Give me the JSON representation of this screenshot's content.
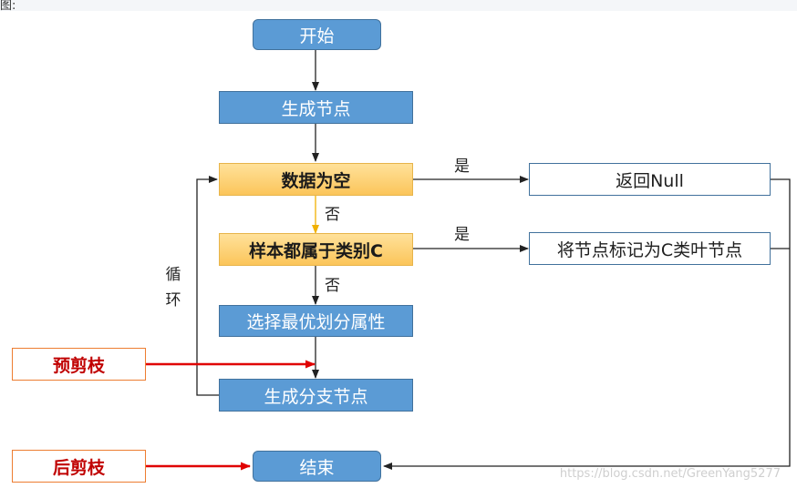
{
  "page": {
    "top_text": "图:"
  },
  "nodes": {
    "start": "开始",
    "gen_node": "生成节点",
    "data_empty": "数据为空",
    "return_null": "返回Null",
    "same_class": "样本都属于类别C",
    "mark_leaf": "将节点标记为C类叶节点",
    "select_attr": "选择最优划分属性",
    "gen_branch": "生成分支节点",
    "end": "结束",
    "pre_prune": "预剪枝",
    "post_prune": "后剪枝"
  },
  "edge_labels": {
    "yes_1": "是",
    "no_1": "否",
    "yes_2": "是",
    "no_2": "否",
    "loop": "循环"
  },
  "watermark": "https://blog.csdn.net/GreenYang5277",
  "colors": {
    "blue_fill": "#5b9bd5",
    "blue_border": "#41719c",
    "yellow_fill": "#fbc55a",
    "orange_border": "#ed7d31",
    "prune_text": "#c00000",
    "prune_arrow": "#e00000"
  }
}
